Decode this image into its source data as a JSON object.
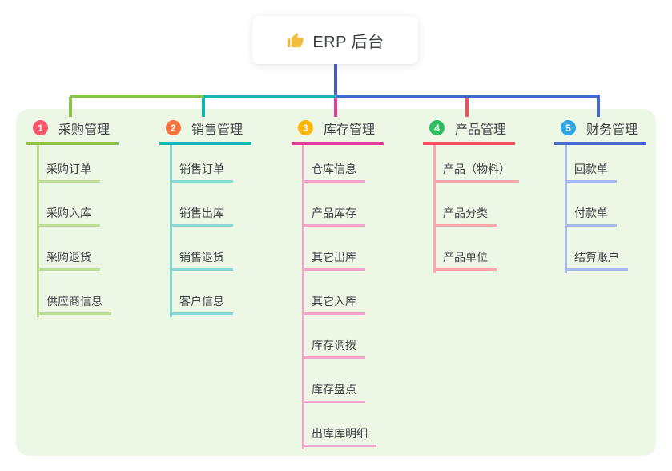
{
  "root": {
    "title": "ERP 后台",
    "icon": "thumbs-up-icon"
  },
  "colors": {
    "page_bg": "#ffffff",
    "panel_bg": "#ecf7e6",
    "card_bg": "#ffffff",
    "text": "#3f4347",
    "root_line": "#4a5bc8",
    "thumb_icon": "#f2bd3a"
  },
  "branches": [
    {
      "number": "1",
      "label": "采购管理",
      "badge_color": "#f7566b",
      "line_color": "#8bc04a",
      "light_color": "#bede97",
      "children": [
        "采购订单",
        "采购入库",
        "采购退货",
        "供应商信息"
      ]
    },
    {
      "number": "2",
      "label": "销售管理",
      "badge_color": "#f6713b",
      "line_color": "#13b7ae",
      "light_color": "#89d8d3",
      "children": [
        "销售订单",
        "销售出库",
        "销售退货",
        "客户信息"
      ]
    },
    {
      "number": "3",
      "label": "库存管理",
      "badge_color": "#ffb508",
      "line_color": "#e83a97",
      "light_color": "#f3a2ca",
      "children": [
        "仓库信息",
        "产品库存",
        "其它出库",
        "其它入库",
        "库存调拨",
        "库存盘点",
        "出库库明细"
      ]
    },
    {
      "number": "4",
      "label": "产品管理",
      "badge_color": "#2fbd60",
      "line_color": "#fa4b5a",
      "light_color": "#fda6a9",
      "children": [
        "产品（物料）",
        "产品分类",
        "产品单位"
      ]
    },
    {
      "number": "5",
      "label": "财务管理",
      "badge_color": "#2ba6e8",
      "line_color": "#4467d1",
      "light_color": "#a7b8ea",
      "children": [
        "回款单",
        "付款单",
        "结算账户"
      ]
    }
  ]
}
